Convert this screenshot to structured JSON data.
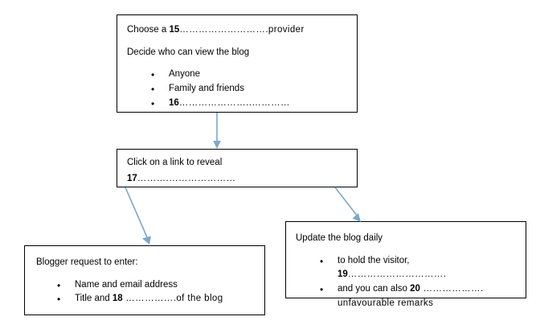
{
  "accent_color": "#7ba7cb",
  "diagram": {
    "boxes": {
      "choose": {
        "line1_a": "Choose a ",
        "line1_b": "15",
        "line1_c": "……………………….provider",
        "line2": "Decide who can view the blog",
        "bullets": [
          {
            "text": "Anyone"
          },
          {
            "text": "Family and friends"
          },
          {
            "bold": "16",
            "text": "…………………..…………"
          }
        ]
      },
      "click": {
        "line1": "Click on a link to reveal",
        "line2_bold": "17",
        "line2_rest": "……….…………………"
      },
      "blogger": {
        "line1": "Blogger request to enter:",
        "bullets": [
          {
            "text": "Name and email address"
          },
          {
            "pre": "Title and ",
            "bold": "18",
            "text": " …………….of the blog"
          }
        ]
      },
      "update": {
        "line1": "Update the blog daily",
        "bullets": [
          {
            "pre": "to hold the visitor, ",
            "bold": "19",
            "text": "…………………………."
          },
          {
            "pre": "and you can also ",
            "bold": "20",
            "text": " ……………….\nunfavourable remarks"
          }
        ]
      }
    },
    "arrows": {
      "choose_to_click": "arrow-down",
      "click_to_blogger": "arrow-down-left",
      "click_to_update": "arrow-down-right"
    }
  }
}
